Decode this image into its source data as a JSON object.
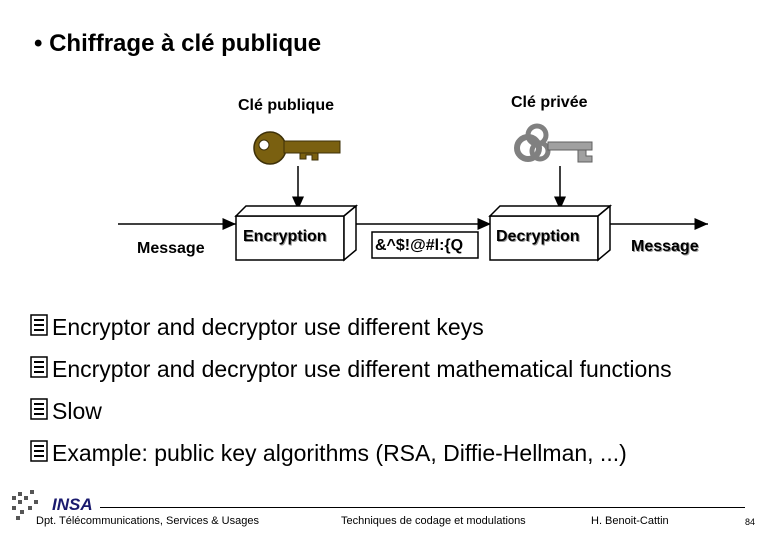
{
  "slide": {
    "title": "• Chiffrage à clé publique"
  },
  "diagram": {
    "public_key_label": "Clé publique",
    "private_key_label": "Clé privée",
    "message_in": "Message",
    "encryption_label": "Encryption",
    "ciphertext": "&^$!@#l:{Q",
    "decryption_label": "Decryption",
    "message_out": "Message",
    "colors": {
      "public_key": "#7a6010",
      "private_key": "#a0a0a0"
    }
  },
  "bullets": [
    "Encryptor and decryptor use different keys",
    "Encryptor and decryptor use different mathematical functions",
    "Slow",
    "Example: public key algorithms (RSA, Diffie-Hellman, ...)"
  ],
  "footer": {
    "logo_text": "INSA",
    "department": "Dpt. Télécommunications, Services & Usages",
    "course": "Techniques de codage et modulations",
    "author": "H. Benoit-Cattin",
    "page": "84"
  }
}
